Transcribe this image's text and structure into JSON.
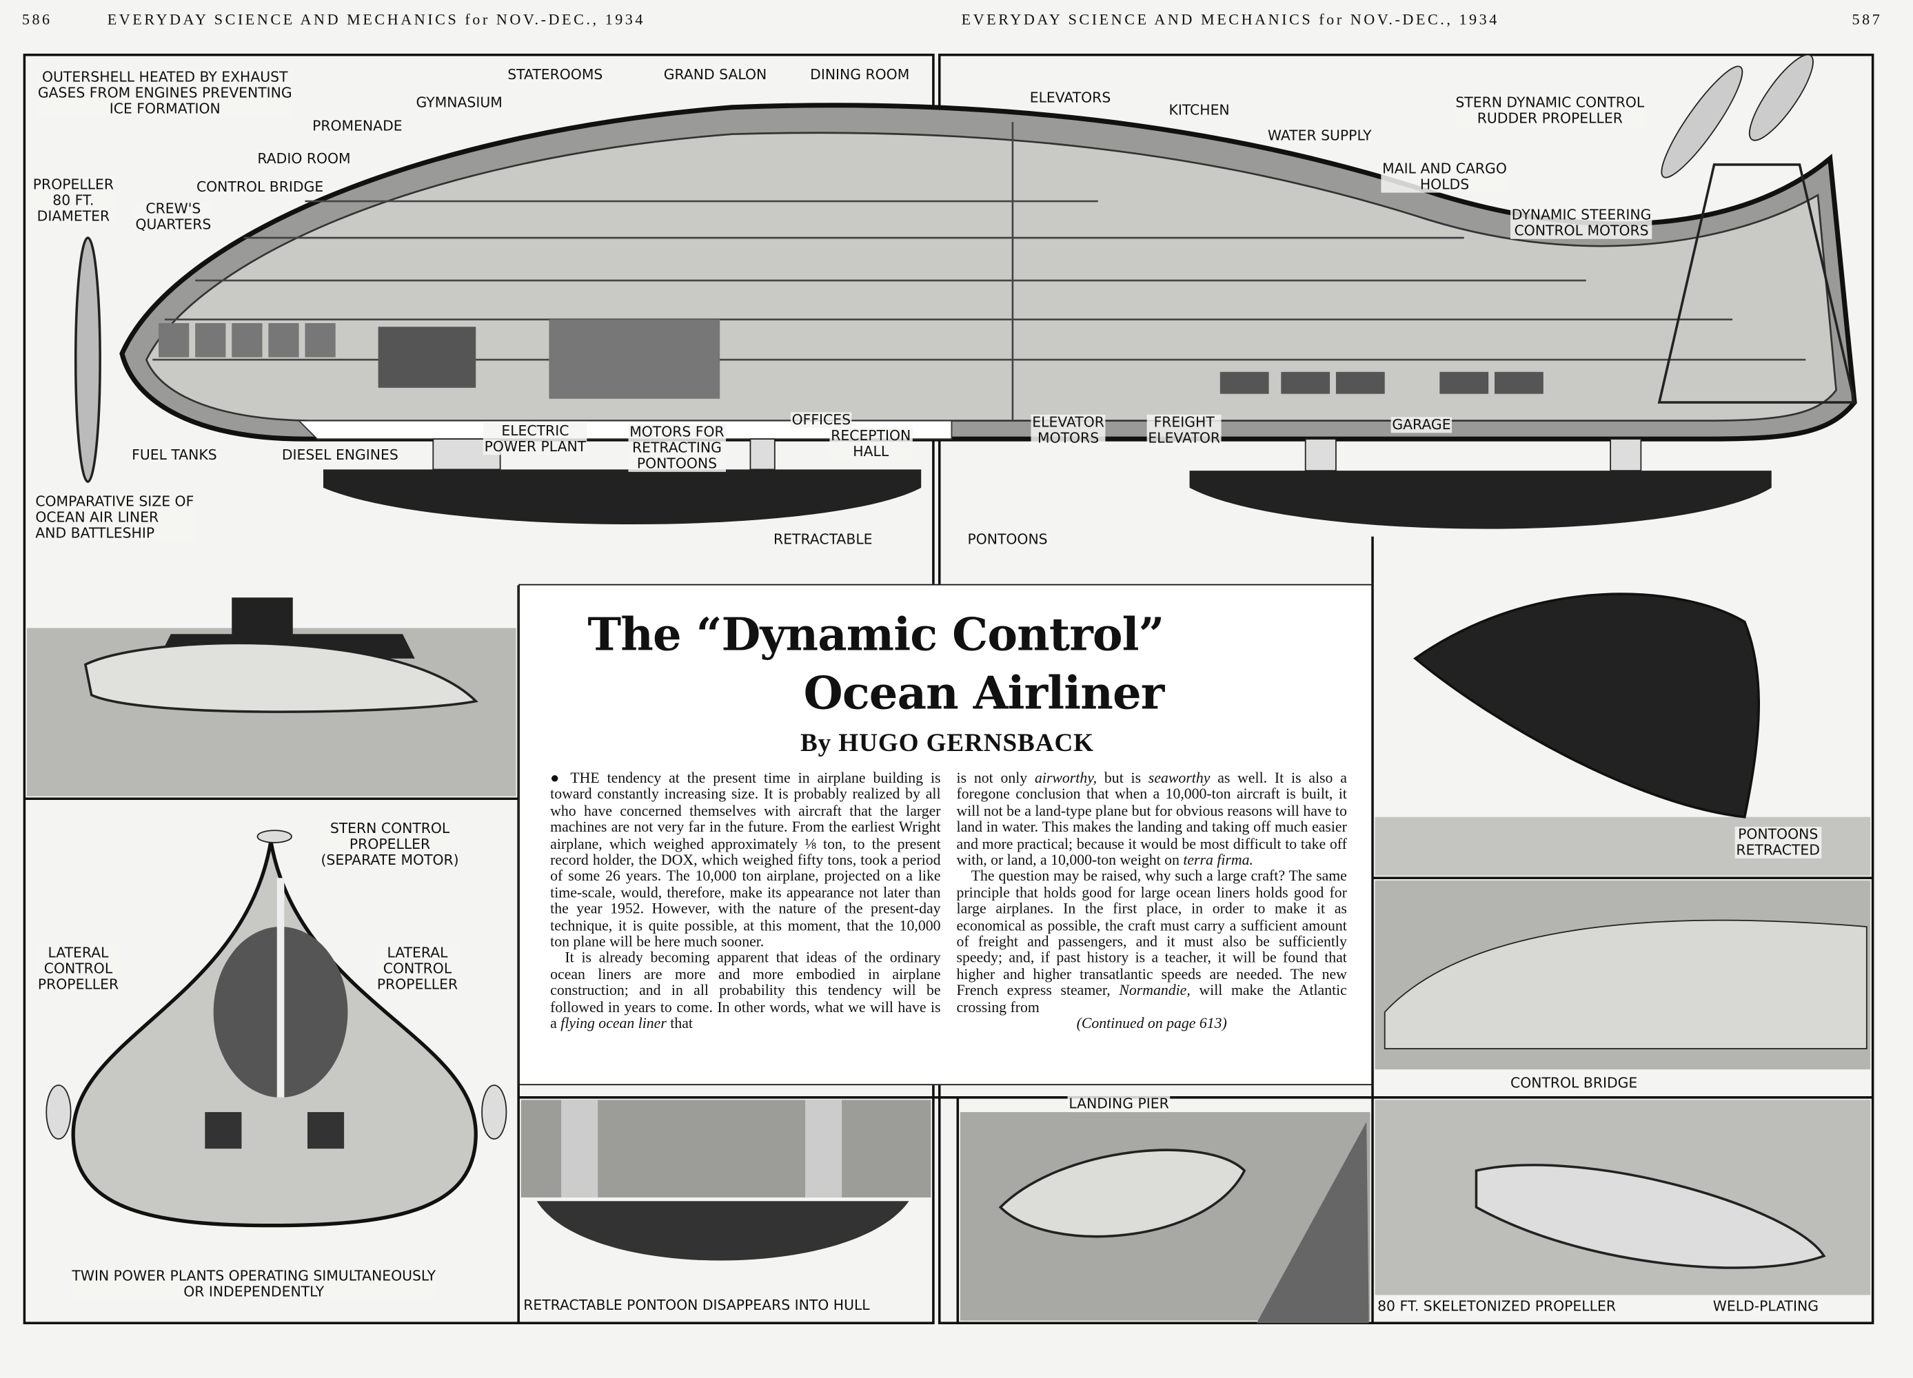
{
  "header": {
    "left_page_number": "586",
    "right_page_number": "587",
    "left_running_head": "EVERYDAY SCIENCE AND MECHANICS for NOV.-DEC., 1934",
    "right_running_head": "EVERYDAY SCIENCE AND MECHANICS for NOV.-DEC., 1934"
  },
  "cutaway_labels": {
    "outershell": "OUTERSHELL HEATED BY EXHAUST\nGASES FROM ENGINES PREVENTING\nICE FORMATION",
    "staterooms": "STATEROOMS",
    "grand_salon": "GRAND SALON",
    "dining_room": "DINING ROOM",
    "gymnasium": "GYMNASIUM",
    "promenade": "PROMENADE",
    "radio_room": "RADIO ROOM",
    "control_bridge": "CONTROL BRIDGE",
    "propeller": "PROPELLER\n80 FT.\nDIAMETER",
    "crews_quarters": "CREW'S\nQUARTERS",
    "fuel_tanks": "FUEL TANKS",
    "diesel_engines": "DIESEL ENGINES",
    "electric_power_plant": "ELECTRIC\nPOWER PLANT",
    "motors_pontoons": "MOTORS FOR\nRETRACTING\nPONTOONS",
    "offices": "OFFICES",
    "reception_hall": "RECEPTION\nHALL",
    "retractable": "RETRACTABLE",
    "pontoons": "PONTOONS",
    "elevators": "ELEVATORS",
    "kitchen": "KITCHEN",
    "water_supply": "WATER SUPPLY",
    "stern_rudder": "STERN DYNAMIC CONTROL\nRUDDER PROPELLER",
    "mail_cargo": "MAIL AND CARGO\nHOLDS",
    "steering_motors": "DYNAMIC STEERING\nCONTROL MOTORS",
    "elevator_motors": "ELEVATOR\nMOTORS",
    "freight_elevator": "FREIGHT\nELEVATOR",
    "garage": "GARAGE"
  },
  "comparison_label": "COMPARATIVE SIZE OF\nOCEAN AIR LINER\nAND BATTLESHIP",
  "front_view_labels": {
    "stern_propeller": "STERN CONTROL\nPROPELLER\n(SEPARATE MOTOR)",
    "lateral_left": "LATERAL\nCONTROL\nPROPELLER",
    "lateral_right": "LATERAL\nCONTROL\nPROPELLER",
    "twin_power": "TWIN POWER PLANTS OPERATING SIMULTANEOUSLY\nOR INDEPENDENTLY"
  },
  "flying_view_label": "PONTOONS\nRETRACTED",
  "captions": {
    "pontoon_detail": "RETRACTABLE PONTOON DISAPPEARS INTO HULL",
    "landing_pier": "LANDING PIER",
    "control_bridge": "CONTROL BRIDGE",
    "skeleton_propeller": "80 FT. SKELETONIZED PROPELLER",
    "weld_plating": "WELD-PLATING"
  },
  "article": {
    "title_line1": "The “Dynamic Control”",
    "title_line2": "Ocean Airliner",
    "byline": "By HUGO GERNSBACK",
    "bullet": "●",
    "col1_p1": "THE tendency at the present time in airplane building is toward constantly increasing size. It is probably realized by all who have concerned themselves with aircraft that the larger machines are not very far in the future. From the earliest Wright airplane, which weighed approximately ⅛ ton, to the present record holder, the DOX, which weighed fifty tons, took a period of some 26 years. The 10,000 ton airplane, projected on a like time-scale, would, therefore, make its appearance not later than the year 1952. However, with the nature of the present-day technique, it is quite possible, at this moment, that the 10,000 ton plane will be here much sooner.",
    "col1_p2_a": "It is already becoming apparent that ideas of the ordinary ocean liners are more and more embodied in airplane construction; and in all probability this tendency will be followed in years to come. In other words, what we will have  is a ",
    "col1_p2_em": "flying ocean liner",
    "col1_p2_b": " that",
    "col2_p1_a": "is not only ",
    "col2_p1_em1": "airworthy,",
    "col2_p1_b": " but is ",
    "col2_p1_em2": "seaworthy",
    "col2_p1_c": " as well. It is also a foregone conclusion that when a 10,000-ton aircraft is built, it will not be a land-type plane but for obvious reasons will have to land in water. This makes the landing and taking off much easier and more practical; because it would be most difficult to take off with, or land, a 10,000-ton weight on ",
    "col2_p1_em3": "terra firma.",
    "col2_p2_a": "The question may be raised, why such a large craft? The same principle that holds good for large ocean liners holds good for large airplanes. In the first place, in order to make it as economical as possible, the craft must carry a sufficient amount of freight and passengers, and it must also be sufficiently speedy; and, if past history is a teacher, it will be found that higher and higher transatlantic speeds are needed. The new French express steamer, ",
    "col2_p2_em": "Normandie,",
    "col2_p2_b": " will make the Atlantic crossing from",
    "continued": "(Continued on page 613)"
  }
}
